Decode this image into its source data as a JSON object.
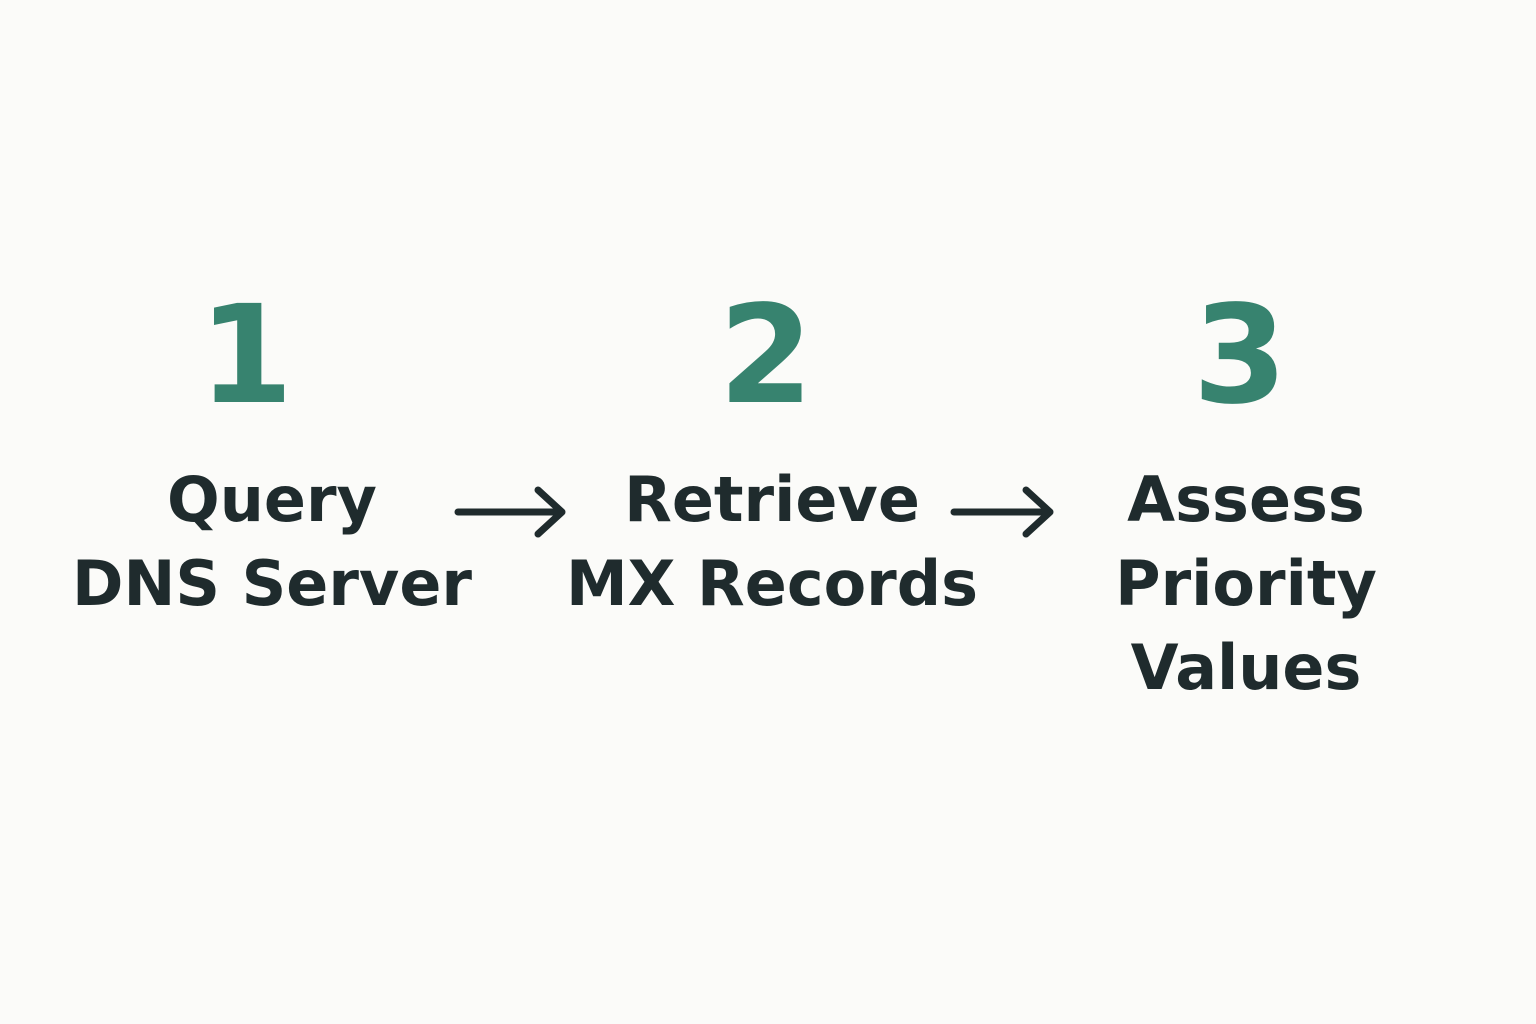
{
  "steps": [
    {
      "number": "1",
      "lines": [
        "Query",
        "DNS Server"
      ]
    },
    {
      "number": "2",
      "lines": [
        "Retrieve",
        "MX Records"
      ]
    },
    {
      "number": "3",
      "lines": [
        "Assess",
        "Priority",
        "Values"
      ]
    }
  ],
  "colors": {
    "background": "#fbfbf9",
    "number": "#37836f",
    "text": "#1f2b2d"
  },
  "icons": [
    "right-arrow-icon",
    "right-arrow-icon"
  ]
}
